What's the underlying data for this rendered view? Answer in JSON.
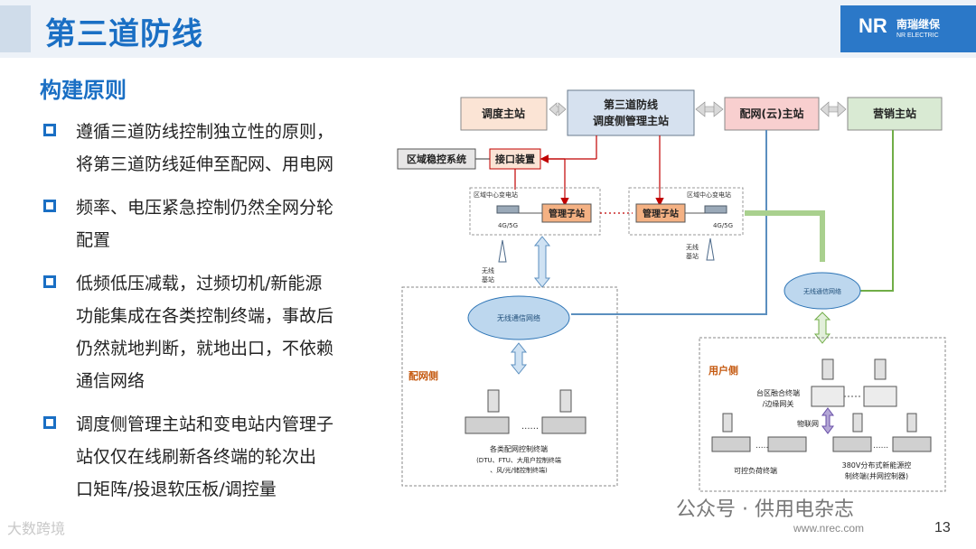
{
  "title": "第三道防线",
  "logo": {
    "mark": "NR",
    "cn": "南瑞继保",
    "en": "NR ELECTRIC"
  },
  "section_heading": "构建原则",
  "bullets": [
    {
      "lines": [
        "遵循三道防线控制独立性的原则，",
        "将第三道防线延伸至配网、用电网"
      ]
    },
    {
      "lines": [
        "频率、电压紧急控制仍然全网分轮",
        "配置"
      ]
    },
    {
      "lines": [
        "低频低压减载，过频切机/新能源",
        "功能集成在各类控制终端，事故后",
        "仍然就地判断，就地出口，不依赖",
        "通信网络"
      ]
    },
    {
      "lines": [
        "调度侧管理主站和变电站内管理子",
        "站仅仅在线刷新各终端的轮次出",
        "口矩阵/投退软压板/调控量"
      ]
    }
  ],
  "diagram": {
    "dispatch_master": "调度主站",
    "third_line_master_l1": "第三道防线",
    "third_line_master_l2": "调度侧管理主站",
    "distribution_cloud_master": "配网(云)主站",
    "marketing_master": "营销主站",
    "regional_stability": "区域稳控系统",
    "interface_device": "接口装置",
    "regional_substation_left": "区域中心变电站",
    "regional_substation_right": "区域中心变电站",
    "mgmt_substation_left": "管理子站",
    "mgmt_substation_right": "管理子站",
    "gsm_left": "4G/5G",
    "gsm_right": "4G/5G",
    "wireless_bs_left_l1": "无线",
    "wireless_bs_left_l2": "基站",
    "wireless_bs_right_l1": "无线",
    "wireless_bs_right_l2": "基站",
    "wireless_net_left": "无线通信网络",
    "wireless_net_right": "无线通信网络",
    "distribution_side": "配网侧",
    "user_side": "用户侧",
    "dots": "......",
    "dist_terminals_l1": "各类配网控制终端",
    "dist_terminals_l2": "(DTU、FTU、大用户控制终端",
    "dist_terminals_l3": "、风/光/储控制终端)",
    "station_terminal_l1": "台区融合终端",
    "station_terminal_l2": "/边缘网关",
    "iot": "物联网",
    "controllable_load": "可控负荷终端",
    "dist_energy_l1": "380V分布式新能源控",
    "dist_energy_l2": "制终端(并网控制器)"
  },
  "footer": {
    "watermark_left": "大数跨境",
    "wechat": "公众号 · 供用电杂志",
    "url": "www.nrec.com",
    "page_number": "13"
  },
  "colors": {
    "title_blue": "#1a6fc4",
    "box_orange": "#fbe4d5",
    "box_blue": "#d6e1ef",
    "box_pink": "#f8cfcf",
    "box_green": "#d9ead3",
    "box_gray": "#e7e6e6",
    "red_line": "#c00000"
  }
}
